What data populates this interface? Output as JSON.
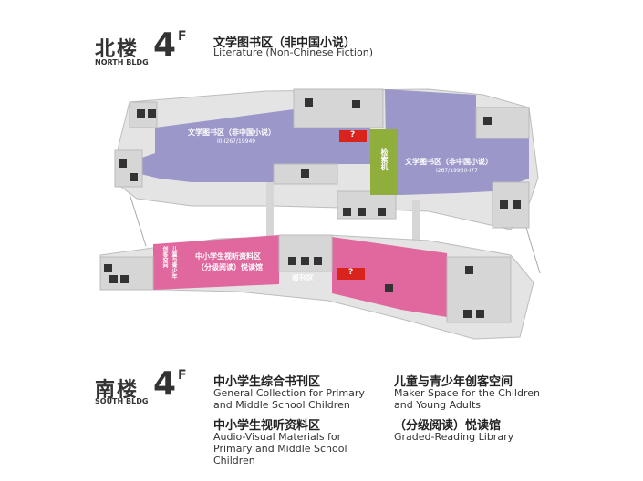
{
  "north": {
    "name_cn": "北楼",
    "name_en": "NORTH BLDG",
    "floor": "4",
    "floor_sup": "F",
    "legend_cn": "文学图书区（非中国小说）",
    "legend_en": "Literature (Non-Chinese Fiction)",
    "zone_left_cn": "文学图书区（非中国小说）",
    "zone_left_range": "I0-I267/19949",
    "zone_right_cn": "文学图书区（非中国小说）",
    "zone_right_range": "I267/19950-I77",
    "catalog_label": "检索机",
    "info_mark": "?"
  },
  "south": {
    "name_cn": "南楼",
    "name_en": "SOUTH BLDG",
    "floor": "4",
    "floor_sup": "F",
    "zone_av_cn": "中小学生视听资料区",
    "zone_av_sub": "（分级阅读）悦读馆",
    "zone_maker_cn": "儿童与青少年",
    "zone_maker_cn2": "创客空间",
    "zone_periodical_cn": "报刊区",
    "info_mark": "?",
    "legend": [
      {
        "cn": "中小学生综合书刊区",
        "en": "General Collection for Primary and Middle School Children"
      },
      {
        "cn": "中小学生视听资料区",
        "en": "Audio-Visual Materials for Primary and Middle School Children"
      },
      {
        "cn": "儿童与青少年创客空间",
        "en": "Maker Space for the Children and Young Adults"
      },
      {
        "cn": "（分级阅读）悦读馆",
        "en": "Graded-Reading Library"
      }
    ]
  },
  "colors": {
    "literature": "#9b97c9",
    "av_zone": "#e0689e",
    "gray_block": "#d6d6d6",
    "catalog": "#8fae3b",
    "info": "#d9231d"
  },
  "icons": [
    "restroom-icon",
    "elevator-icon",
    "stairs-icon",
    "info-icon"
  ]
}
